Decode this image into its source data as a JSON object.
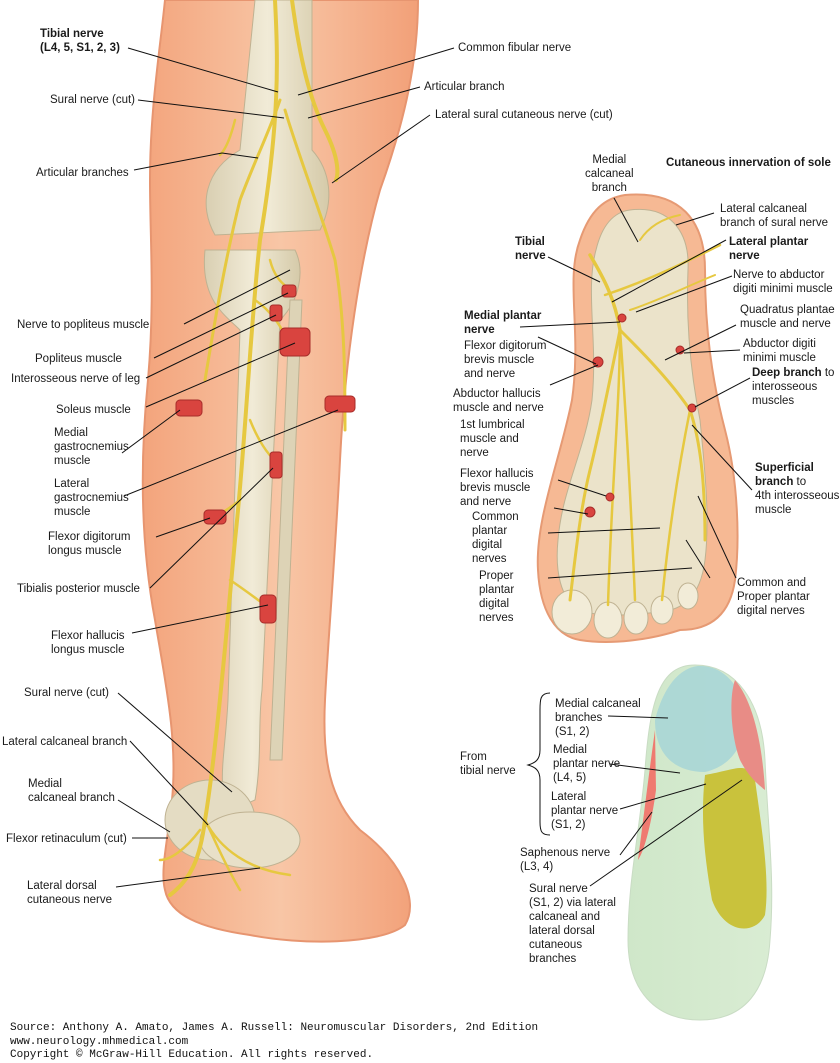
{
  "leg_labels": {
    "tibial_nerve_title": "Tibial nerve",
    "tibial_nerve_roots": "(L4, 5, S1, 2, 3)",
    "sural_nerve_cut_top": "Sural nerve (cut)",
    "articular_branches": "Articular branches",
    "common_fibular_nerve": "Common fibular nerve",
    "articular_branch": "Articular branch",
    "lateral_sural_cutaneous_nerve": "Lateral sural cutaneous nerve (cut)",
    "nerve_to_popliteus": "Nerve to popliteus muscle",
    "popliteus_muscle": "Popliteus muscle",
    "interosseous_nerve_of_leg": "Interosseous nerve of leg",
    "soleus_muscle": "Soleus muscle",
    "medial_gastrocnemius": [
      "Medial",
      "gastrocnemius",
      "muscle"
    ],
    "lateral_gastrocnemius": [
      "Lateral",
      "gastrocnemius",
      "muscle"
    ],
    "flexor_digitorum_longus": [
      "Flexor digitorum",
      "longus muscle"
    ],
    "tibialis_posterior": "Tibialis posterior muscle",
    "flexor_hallucis_longus": [
      "Flexor hallucis",
      "longus muscle"
    ],
    "sural_nerve_cut_bottom": "Sural nerve (cut)",
    "lateral_calcaneal_branch": "Lateral calcaneal branch",
    "medial_calcaneal_branch": [
      "Medial",
      "calcaneal branch"
    ],
    "flexor_retinaculum": "Flexor retinaculum (cut)",
    "lateral_dorsal_cutaneous": [
      "Lateral dorsal",
      "cutaneous nerve"
    ]
  },
  "sole_labels": {
    "title": "Cutaneous innervation of sole",
    "medial_calcaneal_branch": [
      "Medial",
      "calcaneal",
      "branch"
    ],
    "lateral_calcaneal_sural": [
      "Lateral calcaneal",
      "branch of sural nerve"
    ],
    "tibial_nerve": [
      "Tibial",
      "nerve"
    ],
    "lateral_plantar_nerve": [
      "Lateral plantar",
      "nerve"
    ],
    "nerve_to_abductor_digiti_minimi": [
      "Nerve to abductor",
      "digiti minimi muscle"
    ],
    "medial_plantar_nerve": [
      "Medial plantar",
      "nerve"
    ],
    "quadratus_plantae": [
      "Quadratus plantae",
      "muscle and nerve"
    ],
    "flexor_digitorum_brevis": [
      "Flexor digitorum",
      "brevis muscle",
      "and nerve"
    ],
    "abductor_digiti_minimi": [
      "Abductor digiti",
      "minimi muscle"
    ],
    "abductor_hallucis": [
      "Abductor hallucis",
      "muscle and nerve"
    ],
    "deep_branch_bold": "Deep branch",
    "deep_branch_rest": " to",
    "deep_branch_lines": [
      "interosseous",
      "muscles"
    ],
    "first_lumbrical": [
      "1st lumbrical",
      "muscle and",
      "nerve"
    ],
    "superficial_branch_bold": "Superficial",
    "superficial_branch_bold2": "branch",
    "superficial_branch_rest": " to",
    "superficial_branch_lines": [
      "4th interosseous",
      "muscle"
    ],
    "flexor_hallucis_brevis": [
      "Flexor hallucis",
      "brevis muscle",
      "and nerve"
    ],
    "common_plantar_digital": [
      "Common",
      "plantar",
      "digital",
      "nerves"
    ],
    "proper_plantar_digital": [
      "Proper",
      "plantar",
      "digital",
      "nerves"
    ],
    "common_and_proper": [
      "Common and",
      "Proper plantar",
      "digital nerves"
    ]
  },
  "cutaneous_map_labels": {
    "from_tibial": [
      "From",
      "tibial nerve"
    ],
    "medial_calcaneal": [
      "Medial calcaneal",
      "branches",
      "(S1, 2)"
    ],
    "medial_plantar": [
      "Medial",
      "plantar nerve",
      "(L4, 5)"
    ],
    "lateral_plantar": [
      "Lateral",
      "plantar nerve",
      "(S1, 2)"
    ],
    "saphenous": [
      "Saphenous nerve",
      "(L3, 4)"
    ],
    "sural": [
      "Sural nerve",
      "(S1, 2) via lateral",
      "calcaneal and",
      "lateral dorsal",
      "cutaneous",
      "branches"
    ]
  },
  "source": {
    "line1": "Source: Anthony A. Amato, James A. Russell: Neuromuscular Disorders, 2nd Edition",
    "line2": "www.neurology.mhmedical.com",
    "line3": "Copyright © McGraw-Hill Education.  All rights reserved."
  },
  "colors": {
    "skin": "#f4b48f",
    "skin_edge": "#e69a74",
    "bone": "#e9e1c8",
    "nerve": "#e6c840",
    "muscle": "#d9443f",
    "zone_calcaneal": "#a8cfc8",
    "zone_medial": "#cfe6c4",
    "zone_lateral": "#cfc84a",
    "zone_saphenous": "#ef8a82"
  }
}
